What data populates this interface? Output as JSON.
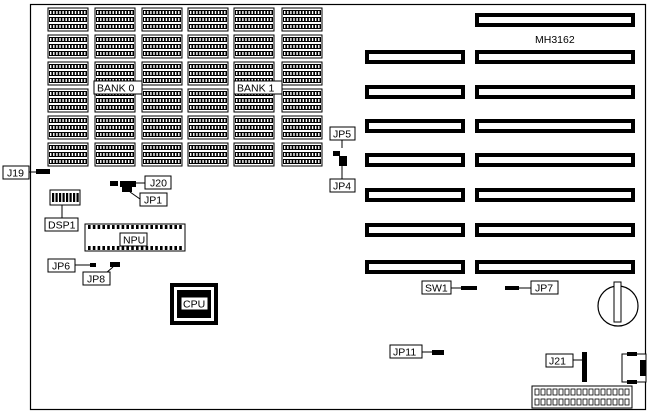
{
  "board": {
    "model": "MH3162"
  },
  "labels": {
    "bank0": "BANK 0",
    "bank1": "BANK 1",
    "j19": "J19",
    "j20": "J20",
    "jp1": "JP1",
    "jp4": "JP4",
    "jp5": "JP5",
    "jp6": "JP6",
    "jp7": "JP7",
    "jp8": "JP8",
    "jp11": "JP11",
    "j21": "J21",
    "sw1": "SW1",
    "dsp1": "DSP1",
    "npu": "NPU",
    "cpu": "CPU"
  },
  "colors": {
    "line": "#000000",
    "background": "#ffffff"
  }
}
